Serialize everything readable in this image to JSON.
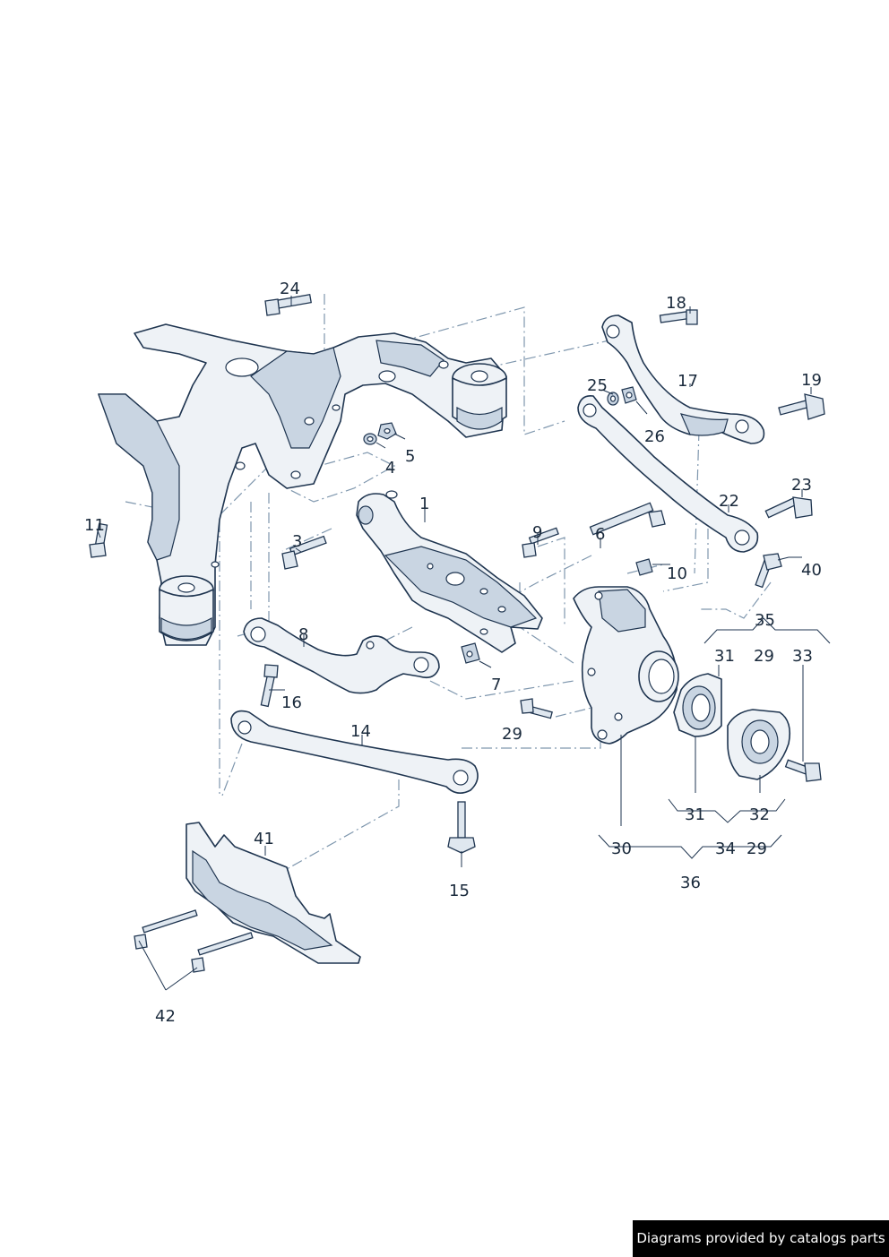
{
  "callouts": {
    "c1": "1",
    "c3": "3",
    "c4": "4",
    "c5": "5",
    "c6": "6",
    "c7": "7",
    "c8": "8",
    "c9": "9",
    "c10": "10",
    "c11": "11",
    "c14": "14",
    "c15": "15",
    "c16": "16",
    "c17": "17",
    "c18": "18",
    "c19": "19",
    "c22": "22",
    "c23": "23",
    "c24": "24",
    "c25": "25",
    "c26": "26",
    "c29a": "29",
    "c29b": "29",
    "c29c": "29",
    "c30": "30",
    "c31a": "31",
    "c31b": "31",
    "c32": "32",
    "c33": "33",
    "c34": "34",
    "c35": "35",
    "c36": "36",
    "c40": "40",
    "c41": "41",
    "c42": "42"
  },
  "footer": {
    "text": "Diagrams provided by catalogs parts"
  },
  "colors": {
    "part_fill": "#eef2f6",
    "part_shade": "#c9d5e2",
    "outline": "#1f3550",
    "dashed_line": "#7f97ae",
    "footer_bg": "#000000"
  }
}
